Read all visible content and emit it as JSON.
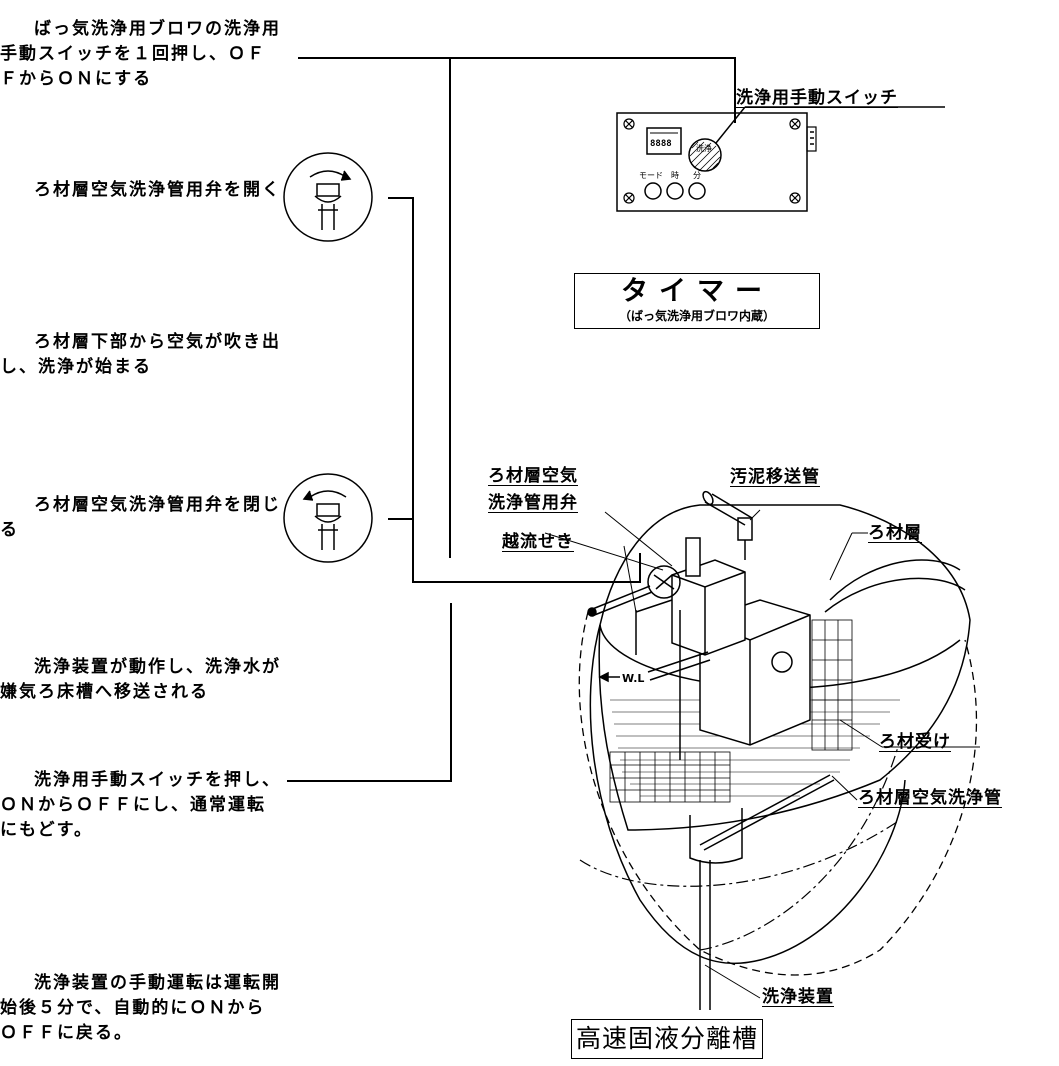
{
  "steps": [
    "ばっ気洗浄用ブロワの洗浄用手動スイッチを１回押し、ＯＦＦからＯＮにする",
    "ろ材層空気洗浄管用弁を開く",
    "ろ材層下部から空気が吹き出し、洗浄が始まる",
    "ろ材層空気洗浄管用弁を閉じる",
    "洗浄装置が動作し、洗浄水が嫌気ろ床槽へ移送される",
    "洗浄用手動スイッチを押し、ＯＮからＯＦＦにし、通常運転にもどす。",
    "洗浄装置の手動運転は運転開始後５分で、自動的にＯＮからＯＦＦに戻る。"
  ],
  "timer": {
    "switch_label": "洗浄用手動スイッチ",
    "title": "タイマー",
    "subtitle": "（ばっ気洗浄用ブロワ内蔵）",
    "display": "8888",
    "button_labels": [
      "モード",
      "時",
      "分"
    ],
    "switch_face": "洗浄"
  },
  "tank": {
    "title": "高速固液分離槽",
    "labels": {
      "valve_line1": "ろ材層空気",
      "valve_line2": "洗浄管用弁",
      "sludge_pipe": "汚泥移送管",
      "filter_layer": "ろ材層",
      "weir": "越流せき",
      "filter_holder": "ろ材受け",
      "air_pipe": "ろ材層空気洗浄管",
      "washer": "洗浄装置",
      "water_level": "W.L"
    }
  }
}
